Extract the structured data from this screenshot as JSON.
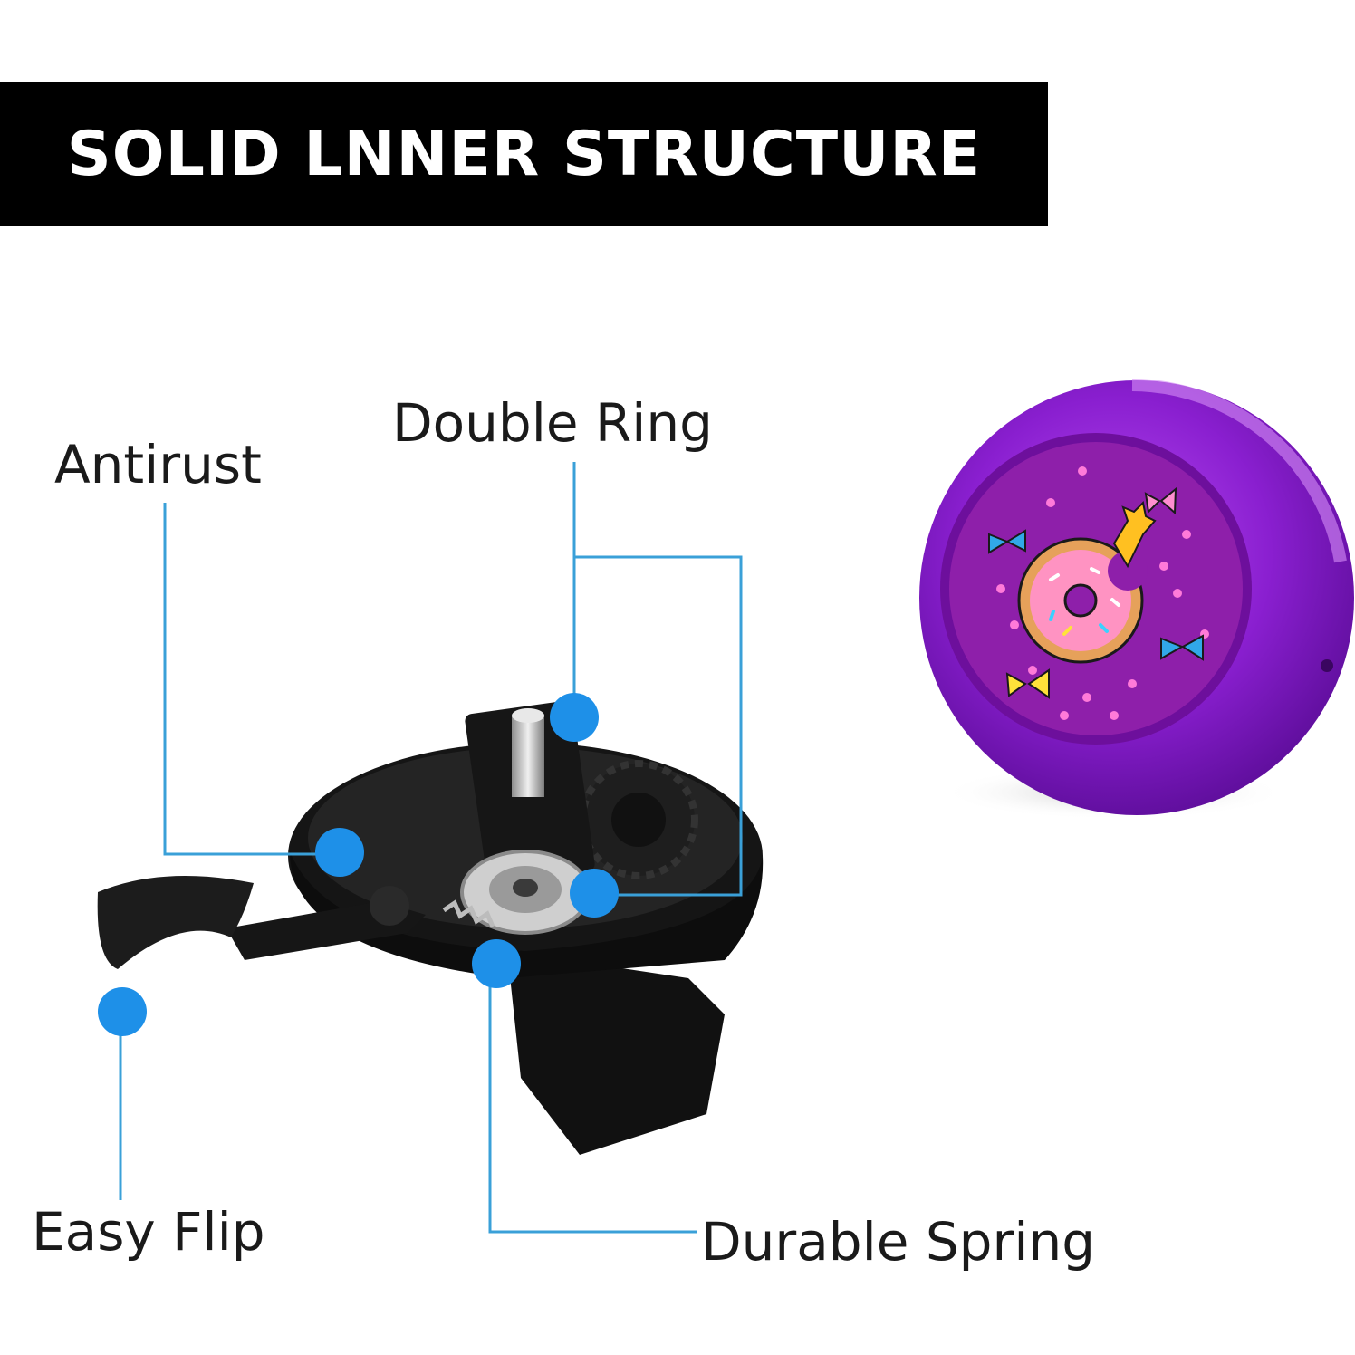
{
  "banner": {
    "title": "SOLID LNNER STRUCTURE"
  },
  "callouts": {
    "double_ring": "Double Ring",
    "antirust": "Antirust",
    "easy_flip": "Easy Flip",
    "durable_spring": "Durable Spring"
  },
  "colors": {
    "banner_bg": "#000000",
    "banner_text": "#ffffff",
    "callout_dot": "#1e90e8",
    "leader_line": "#3aa0d8",
    "bell_purple": "#8a1fd0",
    "mechanism_black": "#141414"
  }
}
